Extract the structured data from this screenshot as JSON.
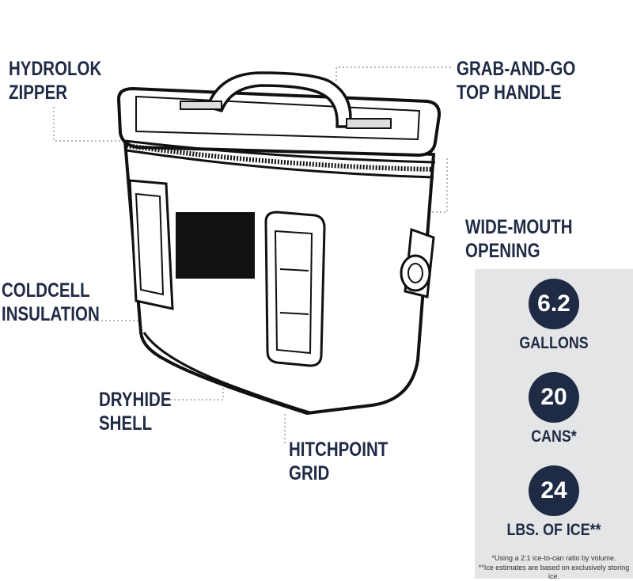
{
  "labels": {
    "hydrolok": [
      "HYDROLOK",
      "ZIPPER"
    ],
    "handle": [
      "GRAB-AND-GO",
      "TOP HANDLE"
    ],
    "opening": [
      "WIDE-MOUTH",
      "OPENING"
    ],
    "coldcell": [
      "COLDCELL",
      "INSULATION"
    ],
    "dryhide": [
      "DRYHIDE",
      "SHELL"
    ],
    "hitchpoint": [
      "HITCHPOINT",
      "GRID"
    ]
  },
  "stats": [
    {
      "value": "6.2",
      "unit": "GALLONS"
    },
    {
      "value": "20",
      "unit": "CANS*"
    },
    {
      "value": "24",
      "unit": "LBS. OF ICE**"
    }
  ],
  "footnotes": [
    "*Using a 2:1 ice-to-can ratio by volume.",
    "**Ice estimates are based on exclusively storing ice."
  ],
  "colors": {
    "navy": "#1f2a44",
    "panel": "#e4e5e7",
    "line": "#000000"
  }
}
